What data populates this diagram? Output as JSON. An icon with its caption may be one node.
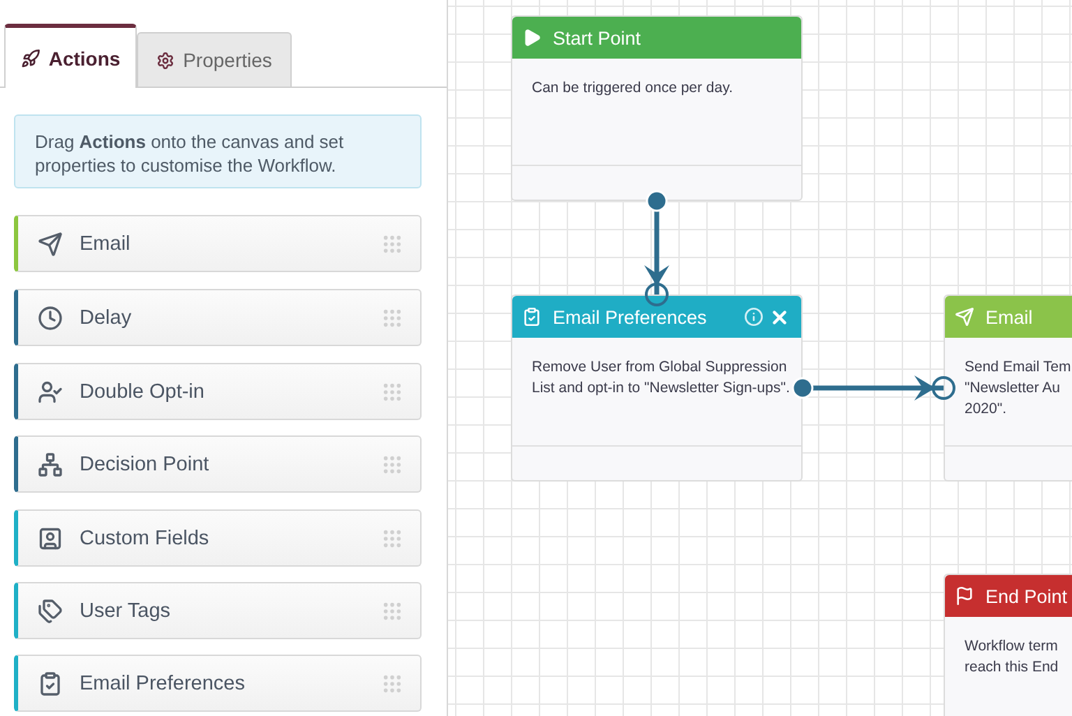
{
  "diagram": {
    "nodes": [
      {
        "text": [
          "Start Point",
          "Can be triggered once per day."
        ]
      },
      {
        "text": [
          "Email Preferences",
          "Remove User from Global Suppression List and opt-in to \"Newsletter Sign-ups\"."
        ]
      },
      {
        "text": [
          "Email",
          "Send Email Tem \"Newsletter Au 2020\"."
        ]
      },
      {
        "text": [
          "End Point",
          "Workflow term reach this End"
        ]
      }
    ],
    "edges": [
      {
        "from": 0,
        "to": 1,
        "arrow": "to"
      },
      {
        "from": 1,
        "to": 2,
        "arrow": "to"
      }
    ],
    "labels": [
      "Actions",
      "Properties",
      "Drag **Actions** onto the canvas and set properties to customise the Workflow.",
      "Email",
      "Delay",
      "Double Opt-in",
      "Decision Point",
      "Custom Fields",
      "User Tags",
      "Email Preferences"
    ]
  }
}
